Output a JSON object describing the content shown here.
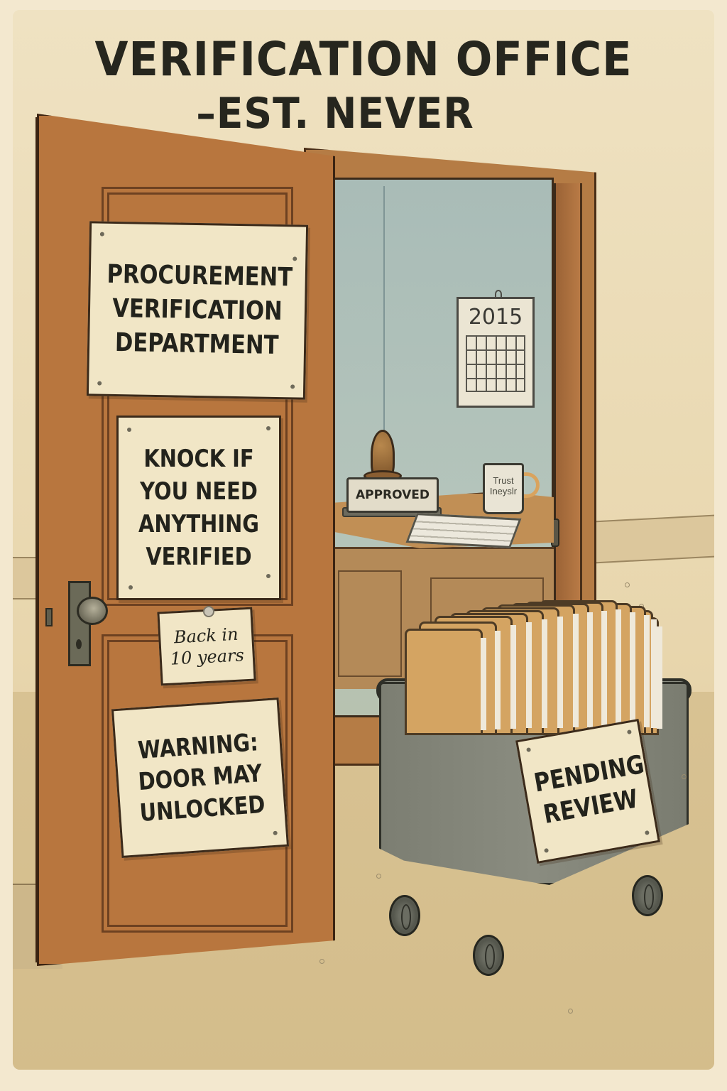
{
  "poster": {
    "title_line1": "VERIFICATION OFFICE",
    "title_line2": "–EST. NEVER"
  },
  "door_signs": {
    "procurement": [
      "PROCUREMENT",
      "VERIFICATION",
      "DEPARTMENT"
    ],
    "knock": [
      "KNOCK IF",
      "YOU NEED",
      "ANYTHING",
      "VERIFIED"
    ],
    "back": [
      "Back in",
      "10 years"
    ],
    "warning": [
      "WARNING:",
      "DOOR MAY",
      "UNLOCKED"
    ]
  },
  "office": {
    "calendar_year": "2015",
    "stamp_label": "APPROVED",
    "mug_text": [
      "Trust",
      "Ineyslr"
    ]
  },
  "cart": {
    "sign": [
      "PENDING",
      "REVIEW"
    ],
    "folder_count": 14
  },
  "colors": {
    "background": "#ecdcb6",
    "door": "#b8763e",
    "room_wall": "#a9bcb7",
    "sign_paper": "#f1e6c6",
    "cart": "#85877b",
    "ink": "#23231c"
  },
  "icons": {
    "doorknob": "doorknob-icon",
    "stamp": "rubber-stamp-icon",
    "mug": "mug-icon",
    "calendar": "calendar-icon",
    "cart": "cart-icon"
  }
}
